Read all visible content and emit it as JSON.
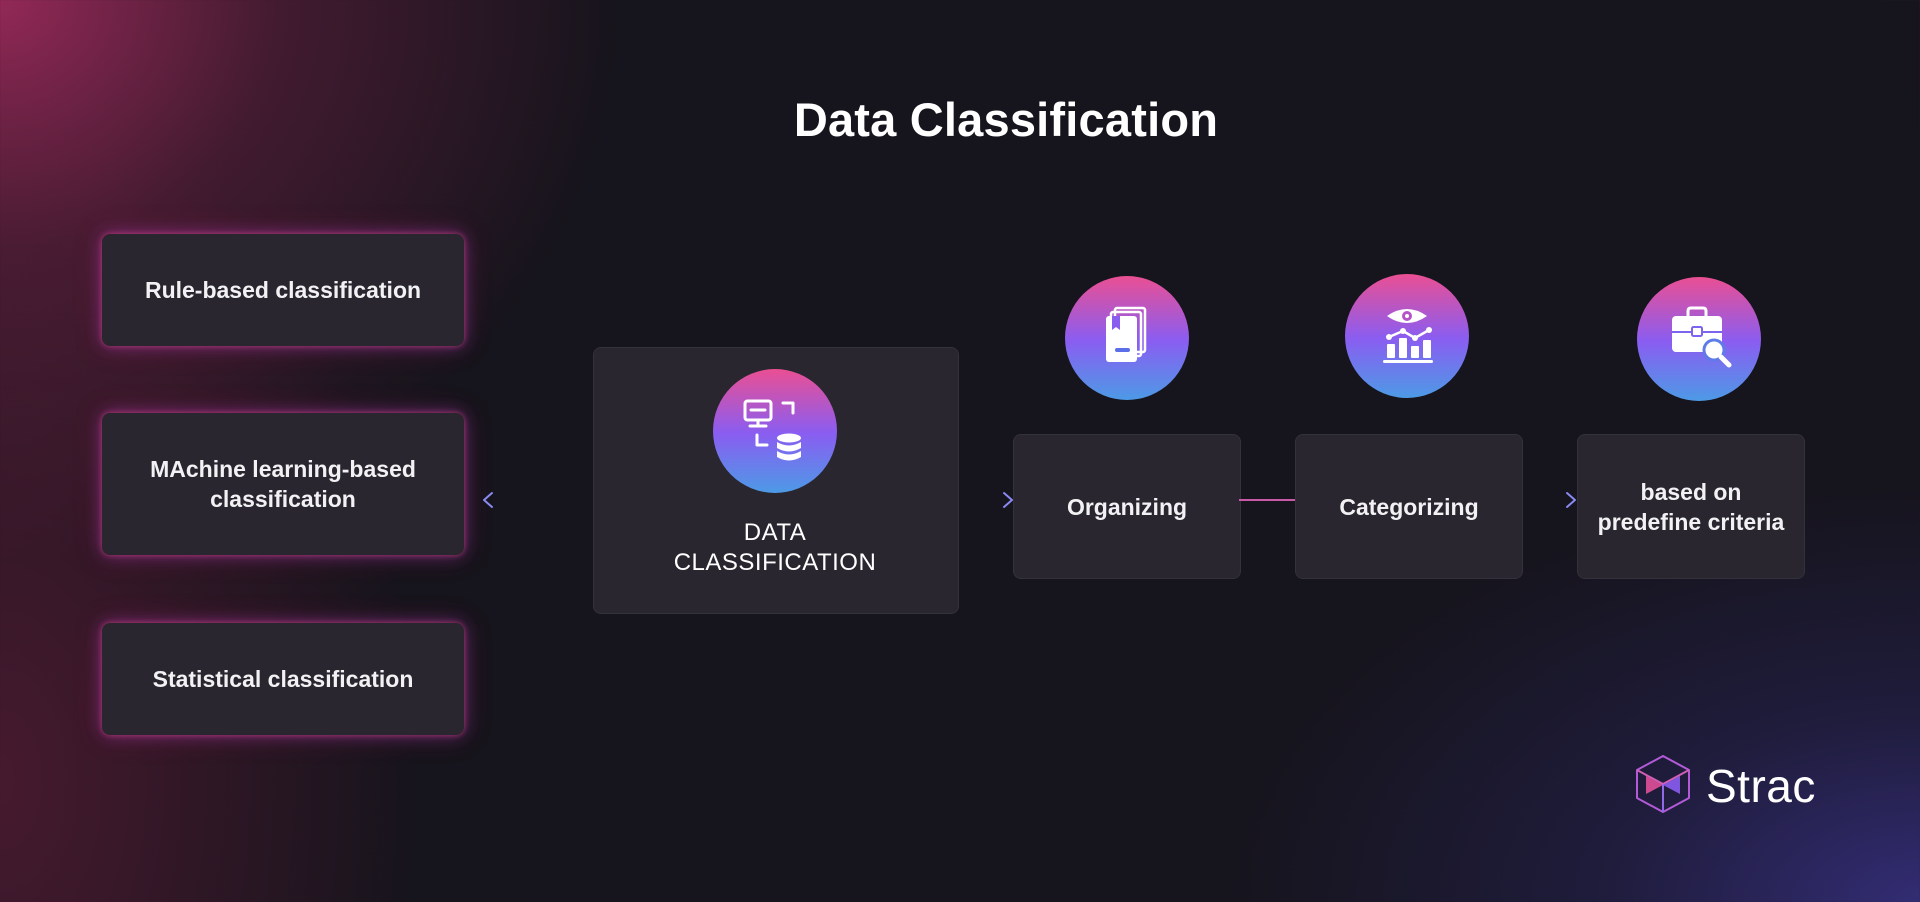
{
  "title": "Data Classification",
  "methods": [
    {
      "label": "Rule-based classification"
    },
    {
      "label": "MAchine learning-based classification"
    },
    {
      "label": "Statistical classification"
    }
  ],
  "center": {
    "label_line1": "DATA",
    "label_line2": "CLASSIFICATION",
    "icon": "computer-database-icon"
  },
  "steps": [
    {
      "label": "Organizing",
      "icon": "documents-icon"
    },
    {
      "label": "Categorizing",
      "icon": "analytics-eye-icon"
    },
    {
      "label_line1": "based on",
      "label_line2": "predefine criteria",
      "icon": "briefcase-search-icon"
    }
  ],
  "brand": {
    "name": "Strac"
  },
  "colors": {
    "accent_pink": "#ea4f93",
    "accent_purple": "#8a5df1",
    "accent_blue": "#4d9ae6",
    "box": "#29262f",
    "background": "#16141c"
  }
}
